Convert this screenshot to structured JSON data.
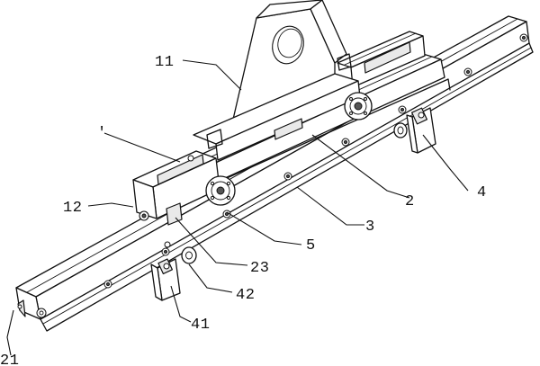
{
  "figure": {
    "labels": [
      {
        "id": "11",
        "text": "11"
      },
      {
        "id": "12",
        "text": "12"
      },
      {
        "id": "21",
        "text": "21"
      },
      {
        "id": "2",
        "text": "2"
      },
      {
        "id": "3",
        "text": "3"
      },
      {
        "id": "4",
        "text": "4"
      },
      {
        "id": "5",
        "text": "5"
      },
      {
        "id": "23",
        "text": "23"
      },
      {
        "id": "42",
        "text": "42"
      },
      {
        "id": "41",
        "text": "41"
      },
      {
        "id": "unlabeled-tick",
        "text": "'"
      }
    ]
  }
}
